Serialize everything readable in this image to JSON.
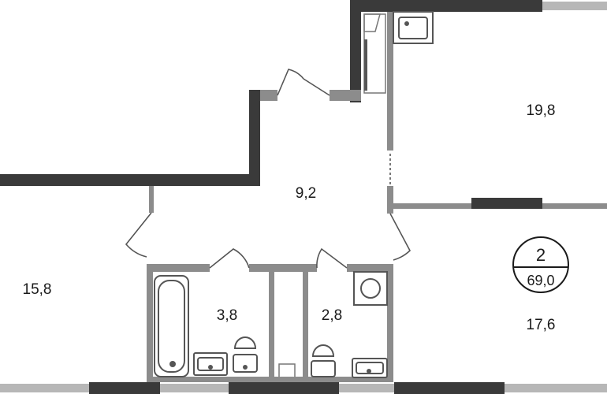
{
  "rooms": [
    {
      "id": "room-upper-right",
      "area": "19,8"
    },
    {
      "id": "room-hall",
      "area": "9,2"
    },
    {
      "id": "room-left",
      "area": "15,8"
    },
    {
      "id": "room-bath",
      "area": "3,8"
    },
    {
      "id": "room-wc",
      "area": "2,8"
    },
    {
      "id": "room-lower-right",
      "area": "17,6"
    }
  ],
  "badge": {
    "room_count": "2",
    "total_area": "69,0"
  },
  "colors": {
    "wall": "#3a3a3a",
    "wall_light": "#8c8c8c",
    "window": "#b7b7b7",
    "fixture": "#555555"
  }
}
